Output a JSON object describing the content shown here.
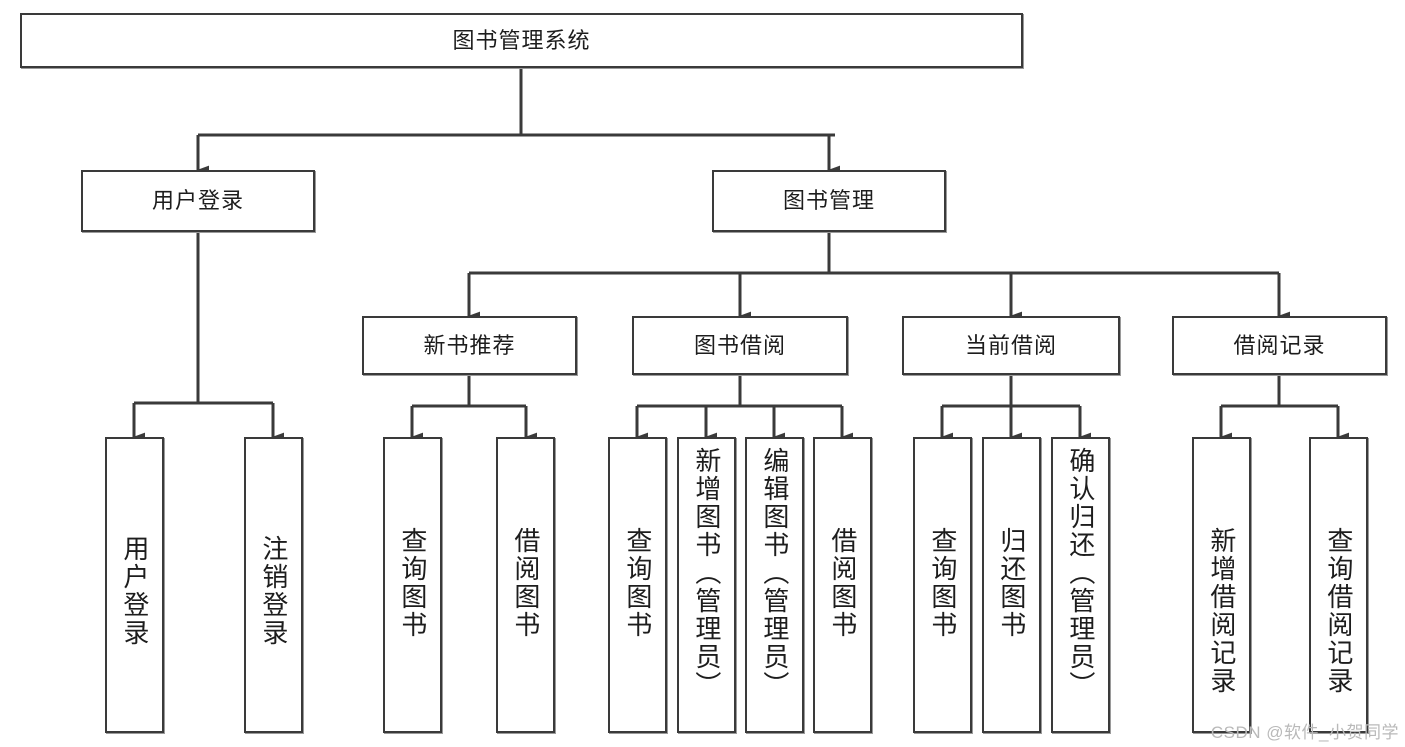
{
  "diagram": {
    "title": "图书管理系统",
    "type": "tree-hierarchy",
    "watermark": "CSDN @软件_小贺同学",
    "colors": {
      "background": "#ffffff",
      "box_border": "#3a3a3a",
      "box_fill": "#ffffff",
      "connector": "#3a3a3a",
      "text": "#1d1d1d",
      "watermark": "#b9b9b9"
    },
    "levels": {
      "root": {
        "label": "图书管理系统"
      },
      "level2": [
        {
          "label": "用户登录"
        },
        {
          "label": "图书管理"
        }
      ],
      "level3": [
        {
          "label": "新书推荐"
        },
        {
          "label": "图书借阅"
        },
        {
          "label": "当前借阅"
        },
        {
          "label": "借阅记录"
        }
      ],
      "leaves": [
        {
          "label": "用户登录",
          "parent": "用户登录"
        },
        {
          "label": "注销登录",
          "parent": "用户登录"
        },
        {
          "label": "查询图书",
          "parent": "新书推荐"
        },
        {
          "label": "借阅图书",
          "parent": "新书推荐"
        },
        {
          "label": "查询图书",
          "parent": "图书借阅"
        },
        {
          "label": "新增图书（管理员）",
          "parent": "图书借阅"
        },
        {
          "label": "编辑图书（管理员）",
          "parent": "图书借阅"
        },
        {
          "label": "借阅图书",
          "parent": "图书借阅"
        },
        {
          "label": "查询图书",
          "parent": "当前借阅"
        },
        {
          "label": "归还图书",
          "parent": "当前借阅"
        },
        {
          "label": "确认归还（管理员）",
          "parent": "当前借阅"
        },
        {
          "label": "新增借阅记录",
          "parent": "借阅记录"
        },
        {
          "label": "查询借阅记录",
          "parent": "借阅记录"
        }
      ]
    }
  }
}
